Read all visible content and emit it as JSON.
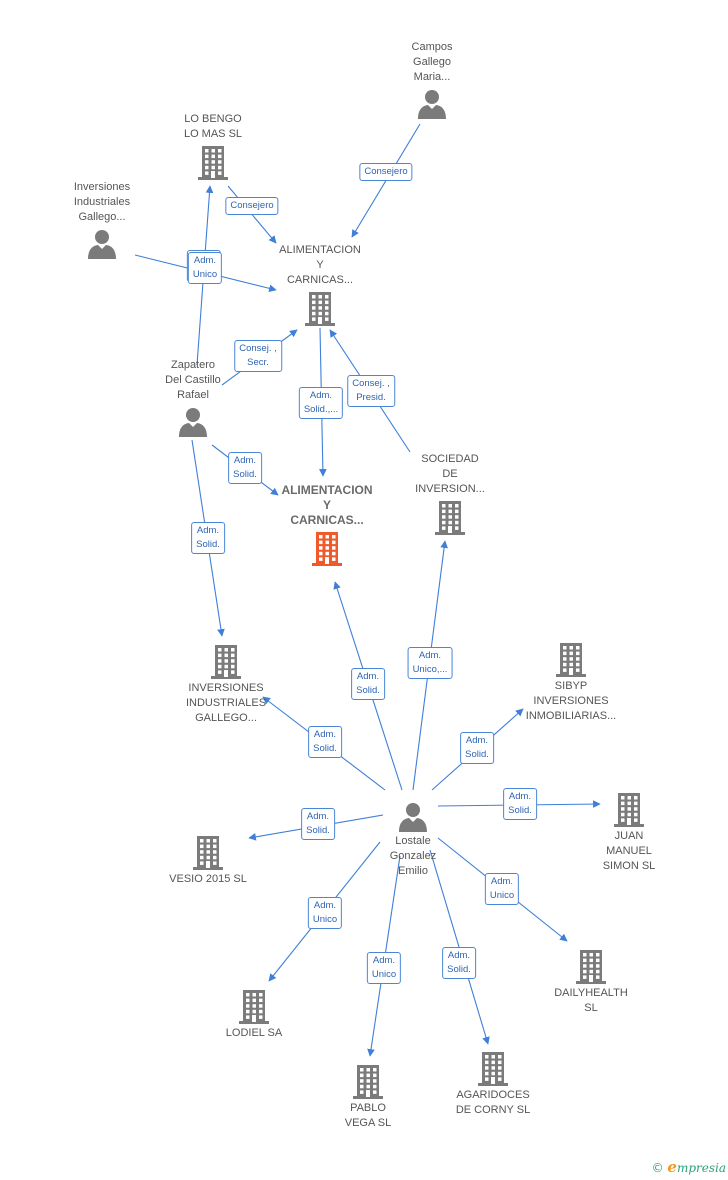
{
  "colors": {
    "edge": "#3f7fd8",
    "node_gray": "#7b7b7b",
    "node_main": "#f05a2b",
    "label_text": "#555555"
  },
  "nodes": [
    {
      "id": "alim-main",
      "type": "company",
      "main": true,
      "lines": [
        "ALIMENTACION",
        "Y",
        "CARNICAS..."
      ]
    },
    {
      "id": "alim-top",
      "type": "company",
      "lines": [
        "ALIMENTACION",
        "Y",
        "CARNICAS..."
      ]
    },
    {
      "id": "campos",
      "type": "person",
      "lines": [
        "Campos",
        "Gallego",
        "Maria..."
      ]
    },
    {
      "id": "lobengo",
      "type": "company",
      "lines": [
        "LO BENGO",
        "LO MAS  SL"
      ]
    },
    {
      "id": "inv-ind-person",
      "type": "person",
      "lines": [
        "Inversiones",
        "Industriales",
        "Gallego..."
      ]
    },
    {
      "id": "zapatero",
      "type": "person",
      "lines": [
        "Zapatero",
        "Del Castillo",
        "Rafael"
      ]
    },
    {
      "id": "sociedad",
      "type": "company",
      "lines": [
        "SOCIEDAD",
        "DE",
        "INVERSION..."
      ]
    },
    {
      "id": "inv-ind-co",
      "type": "company",
      "lines": [
        "INVERSIONES",
        "INDUSTRIALES",
        "GALLEGO..."
      ]
    },
    {
      "id": "sibyp",
      "type": "company",
      "lines": [
        "SIBYP",
        "INVERSIONES",
        "INMOBILIARIAS..."
      ]
    },
    {
      "id": "lostale",
      "type": "person",
      "lines": [
        "Lostale",
        "Gonzalez",
        "Emilio"
      ]
    },
    {
      "id": "juan",
      "type": "company",
      "lines": [
        "JUAN",
        "MANUEL",
        "SIMON SL"
      ]
    },
    {
      "id": "vesio",
      "type": "company",
      "lines": [
        "VESIO 2015  SL"
      ]
    },
    {
      "id": "dailyhealth",
      "type": "company",
      "lines": [
        "DAILYHEALTH",
        "SL"
      ]
    },
    {
      "id": "lodiel",
      "type": "company",
      "lines": [
        "LODIEL SA"
      ]
    },
    {
      "id": "pablo",
      "type": "company",
      "lines": [
        "PABLO",
        "VEGA  SL"
      ]
    },
    {
      "id": "agaridoces",
      "type": "company",
      "lines": [
        "AGARIDOCES",
        "DE CORNY  SL"
      ]
    }
  ],
  "edges": [
    {
      "from": "campos",
      "to": "alim-top",
      "label": [
        "Consejero"
      ]
    },
    {
      "from": "lobengo",
      "to": "alim-top",
      "label": [
        "Consejero"
      ]
    },
    {
      "from": "zapatero",
      "to": "lobengo",
      "label": [
        "Adm.",
        "Unico"
      ]
    },
    {
      "from": "inv-ind-person",
      "to": "alim-top",
      "label": [
        "Adm.",
        "Unico"
      ]
    },
    {
      "from": "zapatero",
      "to": "alim-top",
      "label": [
        "Consej. ,",
        "Secr."
      ]
    },
    {
      "from": "alim-top",
      "to": "alim-main",
      "label": [
        "Adm.",
        "Solid.,..."
      ]
    },
    {
      "from": "sociedad",
      "to": "alim-top",
      "label": [
        "Consej. ,",
        "Presid."
      ]
    },
    {
      "from": "zapatero",
      "to": "alim-main",
      "label": [
        "Adm.",
        "Solid."
      ]
    },
    {
      "from": "zapatero",
      "to": "inv-ind-co",
      "label": [
        "Adm.",
        "Solid."
      ]
    },
    {
      "from": "lostale",
      "to": "alim-main",
      "label": [
        "Adm.",
        "Solid."
      ]
    },
    {
      "from": "lostale",
      "to": "sociedad",
      "label": [
        "Adm.",
        "Unico,..."
      ]
    },
    {
      "from": "lostale",
      "to": "inv-ind-co",
      "label": [
        "Adm.",
        "Solid."
      ]
    },
    {
      "from": "lostale",
      "to": "sibyp",
      "label": [
        "Adm.",
        "Solid."
      ]
    },
    {
      "from": "lostale",
      "to": "juan",
      "label": [
        "Adm.",
        "Solid."
      ]
    },
    {
      "from": "lostale",
      "to": "vesio",
      "label": [
        "Adm.",
        "Solid."
      ]
    },
    {
      "from": "lostale",
      "to": "dailyhealth",
      "label": [
        "Adm.",
        "Unico"
      ]
    },
    {
      "from": "lostale",
      "to": "lodiel",
      "label": [
        "Adm.",
        "Unico"
      ]
    },
    {
      "from": "lostale",
      "to": "pablo",
      "label": [
        "Adm.",
        "Unico"
      ]
    },
    {
      "from": "lostale",
      "to": "agaridoces",
      "label": [
        "Adm.",
        "Solid."
      ]
    }
  ],
  "footer": {
    "copyright": "©",
    "brand_initial": "e",
    "brand_rest": "mpresia"
  }
}
